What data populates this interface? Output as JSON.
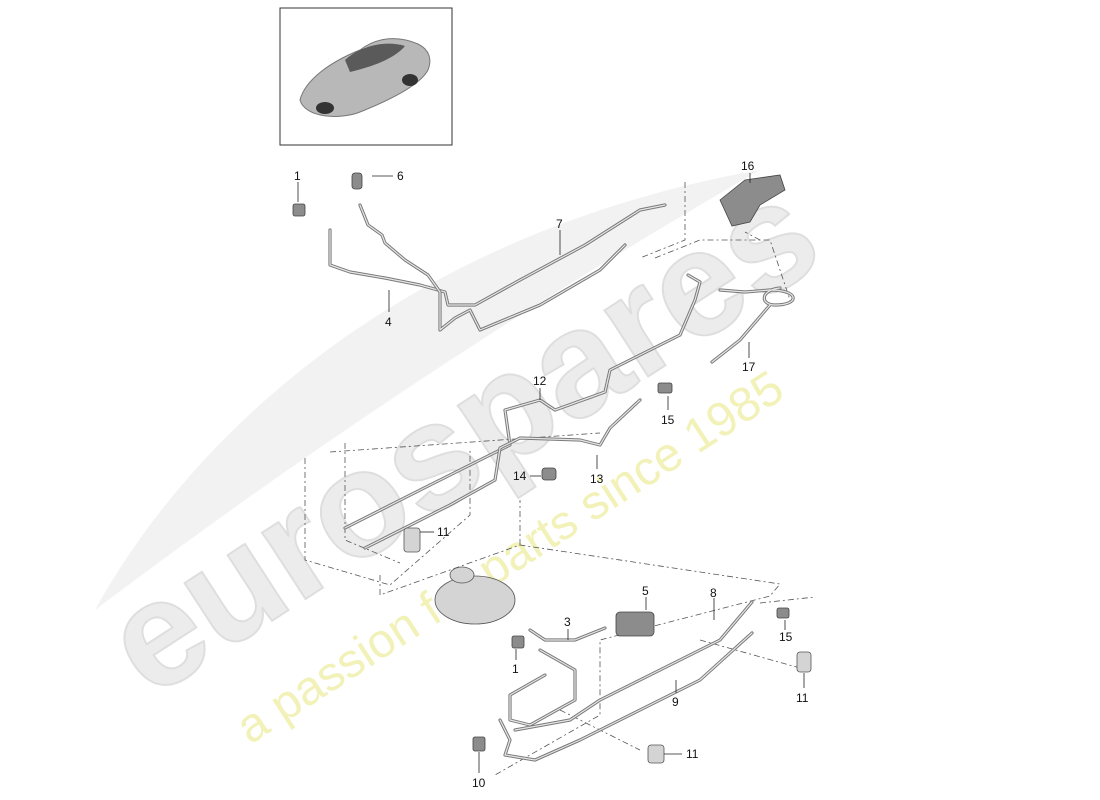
{
  "watermark": {
    "logo": "eurospares",
    "tagline": "a passion for parts since 1985"
  },
  "callouts": {
    "p1a": "1",
    "p6": "6",
    "p16": "16",
    "p7": "7",
    "p4": "4",
    "p17": "17",
    "p12": "12",
    "p15a": "15",
    "p14": "14",
    "p13": "13",
    "p11a": "11",
    "p5": "5",
    "p3": "3",
    "p8": "8",
    "p1b": "1",
    "p15b": "15",
    "p9": "9",
    "p11b": "11",
    "p11c": "11",
    "p10": "10"
  },
  "colors": {
    "watermark_logo": "#ececec",
    "watermark_tag": "#f1f1b8"
  }
}
